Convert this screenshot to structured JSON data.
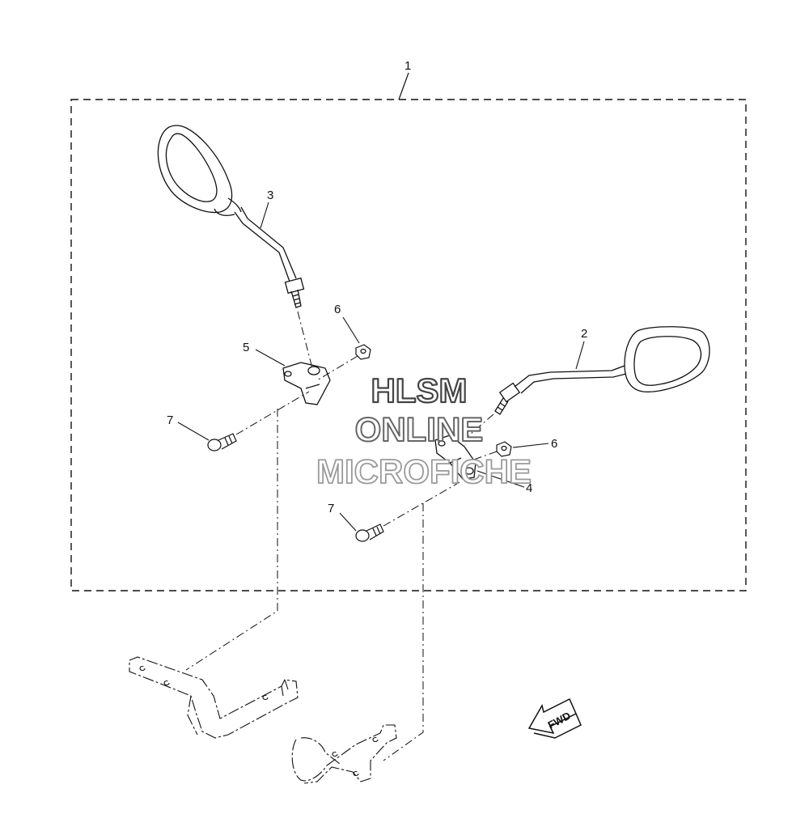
{
  "callouts": {
    "c1": "1",
    "c2": "2",
    "c3": "3",
    "c4": "4",
    "c5": "5",
    "c6a": "6",
    "c6b": "6",
    "c7a": "7",
    "c7b": "7"
  },
  "watermark": {
    "line1": "HLSM",
    "line2": "ONLINE",
    "line3": "MICROFICHE"
  },
  "fwd_label": "FWD",
  "colors": {
    "line": "#111111",
    "watermark_outline": "#444444",
    "watermark_outline_light": "#9a9a9a"
  }
}
